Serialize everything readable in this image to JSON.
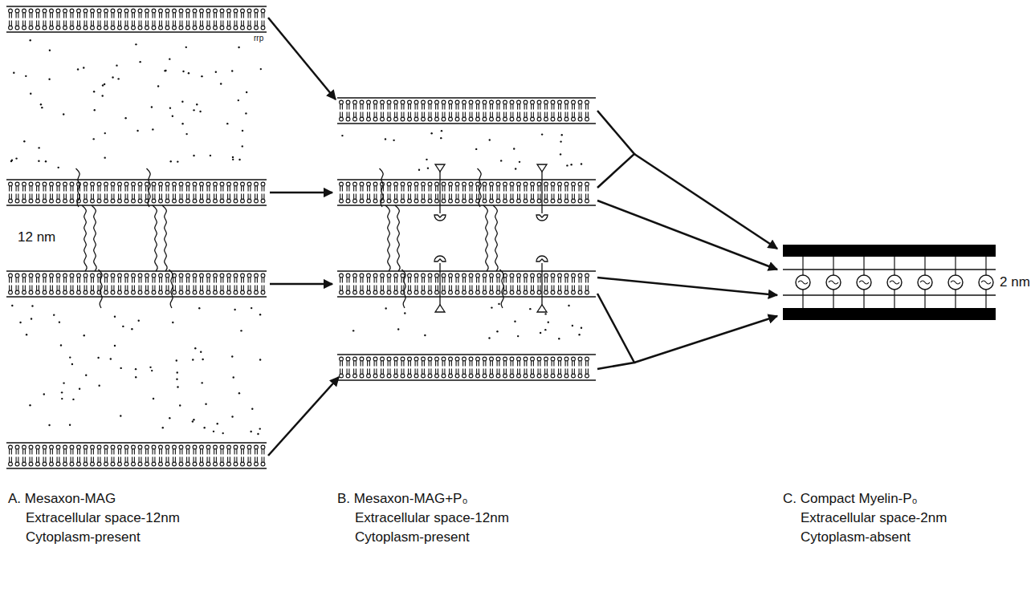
{
  "diagram": {
    "labels": [
      "rrp",
      "12 nm",
      "2 nm",
      "A. Mesaxon-MAG",
      "Extracellular space-12nm",
      "Cytoplasm-present",
      "B. Mesaxon-MAG+P₀",
      "Extracellular space-12nm",
      "Cytoplasm-present",
      "C. Compact Myelin-P₀",
      "Extracellular space-2nm",
      "Cytoplasm-absent"
    ]
  }
}
